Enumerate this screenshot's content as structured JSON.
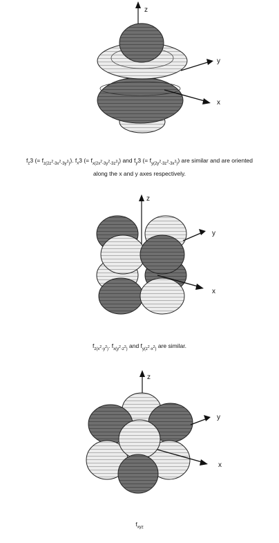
{
  "axes": {
    "z": "z",
    "y": "y",
    "x": "x"
  },
  "colors": {
    "dark_lobe": "#6f6f6f",
    "light_lobe": "#ececec",
    "stroke": "#222222"
  },
  "caption1": {
    "p1": "f",
    "s1": "z",
    "p2": "3 (= f",
    "s2": "z(2z",
    "p3": "2",
    "s3": "-3x",
    "p4": "2",
    "s4": "-3y",
    "p5": "2",
    "s5": ")",
    "p6": "). f",
    "s6": "x",
    "p7": "3 (= f",
    "s7": "x(2x",
    "p8": "2",
    "s8": "-3y",
    "p9": "2",
    "s9": "-3z",
    "p10": "2",
    "s10": ")",
    "p11": ") and f",
    "s11": "y",
    "p12": "3 (= f",
    "s12": "y(2y",
    "p13": "2",
    "s13": "-3z",
    "p14": "2",
    "s14": "-3x",
    "p15": "2",
    "s15": ")",
    "p16": ") are similar and are oriented",
    "line2": "along the x and y axes respectively."
  },
  "caption2": {
    "p1": "f",
    "s1": "z(x",
    "p2": "2",
    "s2": "-y",
    "p3": "2",
    "s3": ")",
    "p4": ". f",
    "s4": "x(y",
    "p5": "2",
    "s5": "-z",
    "p6": "2",
    "s6": ")",
    "p7": " and f",
    "s7": "y(z",
    "p8": "2",
    "s8": "-x",
    "p9": "2",
    "s9": ")",
    "p10": " are similar."
  },
  "caption3": {
    "p1": "f",
    "s1": "xyz"
  }
}
